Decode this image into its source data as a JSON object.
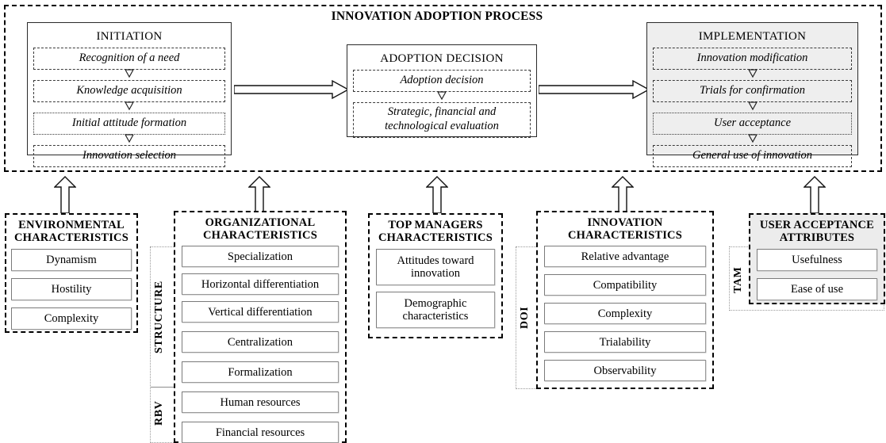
{
  "diagram": {
    "title": "INNOVATION ADOPTION PROCESS",
    "process_stages": [
      {
        "id": "initiation",
        "title": "INITIATION",
        "shaded": false,
        "steps": [
          "Recognition of a need",
          "Knowledge acquisition",
          "Initial attitude formation",
          "Innovation selection"
        ]
      },
      {
        "id": "adoption-decision",
        "title": "ADOPTION DECISION",
        "shaded": false,
        "steps": [
          "Adoption decision",
          "Strategic, financial and technological evaluation"
        ]
      },
      {
        "id": "implementation",
        "title": "IMPLEMENTATION",
        "shaded": true,
        "steps": [
          "Innovation modification",
          "Trials for confirmation",
          "User acceptance",
          "General use of innovation"
        ]
      }
    ],
    "drivers": [
      {
        "id": "environmental",
        "title_line1": "ENVIRONMENTAL",
        "title_line2": "CHARACTERISTICS",
        "shaded": false,
        "theory": null,
        "items": [
          "Dynamism",
          "Hostility",
          "Complexity"
        ]
      },
      {
        "id": "organizational",
        "title_line1": "ORGANIZATIONAL",
        "title_line2": "CHARACTERISTICS",
        "shaded": false,
        "theory": [
          "STRUCTURE",
          "RBV"
        ],
        "items": [
          "Specialization",
          "Horizontal differentiation",
          "Vertical differentiation",
          "Centralization",
          "Formalization",
          "Human resources",
          "Financial resources"
        ]
      },
      {
        "id": "top-managers",
        "title_line1": "TOP MANAGERS",
        "title_line2": "CHARACTERISTICS",
        "shaded": false,
        "theory": null,
        "items": [
          "Attitudes toward innovation",
          "Demographic characteristics"
        ]
      },
      {
        "id": "innovation",
        "title_line1": "INNOVATION",
        "title_line2": "CHARACTERISTICS",
        "shaded": false,
        "theory": [
          "DOI"
        ],
        "items": [
          "Relative advantage",
          "Compatibility",
          "Complexity",
          "Trialability",
          "Observability"
        ]
      },
      {
        "id": "user-acceptance",
        "title_line1": "USER ACCEPTANCE",
        "title_line2": "ATTRIBUTES",
        "shaded": true,
        "theory": [
          "TAM"
        ],
        "items": [
          "Usefulness",
          "Ease of use"
        ]
      }
    ],
    "connectors": {
      "flow_arrow_name": "right-block-arrow",
      "influence_arrow_name": "up-block-arrow",
      "step_chevron_name": "chevron-down-icon"
    },
    "colors": {
      "line": "#000000",
      "box_border": "#2a2a2a",
      "shaded_fill": "#ececec",
      "item_border": "#7a7a7a",
      "background": "#ffffff"
    }
  }
}
